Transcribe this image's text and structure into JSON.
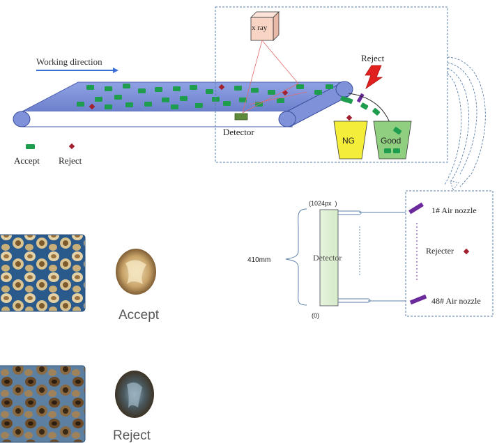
{
  "header": {
    "working_direction": "Working direction"
  },
  "xray": {
    "label": "x ray"
  },
  "reject_marker": {
    "label": "Reject"
  },
  "bins": {
    "ng": "NG",
    "good": "Good"
  },
  "detector": {
    "label": "Detector"
  },
  "legend": {
    "accept": "Accept",
    "reject": "Reject"
  },
  "nozzle_detail": {
    "px_top": "(1024px  )",
    "px_bottom": "(0)",
    "width_label": "410mm",
    "detector_label": "Detector",
    "nozzle_first": "1# Air nozzle",
    "rejecter": "Rejecter",
    "nozzle_last": "48# Air nozzle"
  },
  "samples": {
    "accept_caption": "Accept",
    "reject_caption": "Reject"
  },
  "colors": {
    "belt": "#7f92d9",
    "item_green": "#1f9d4e",
    "reject_red": "#a3202f",
    "nozzle_purple": "#6a2a9c",
    "ng_bin": "#f4ee3a",
    "good_bin": "#8fcf7f",
    "dashed_box": "#5b7fa8",
    "arrow_red": "#e0201f"
  }
}
